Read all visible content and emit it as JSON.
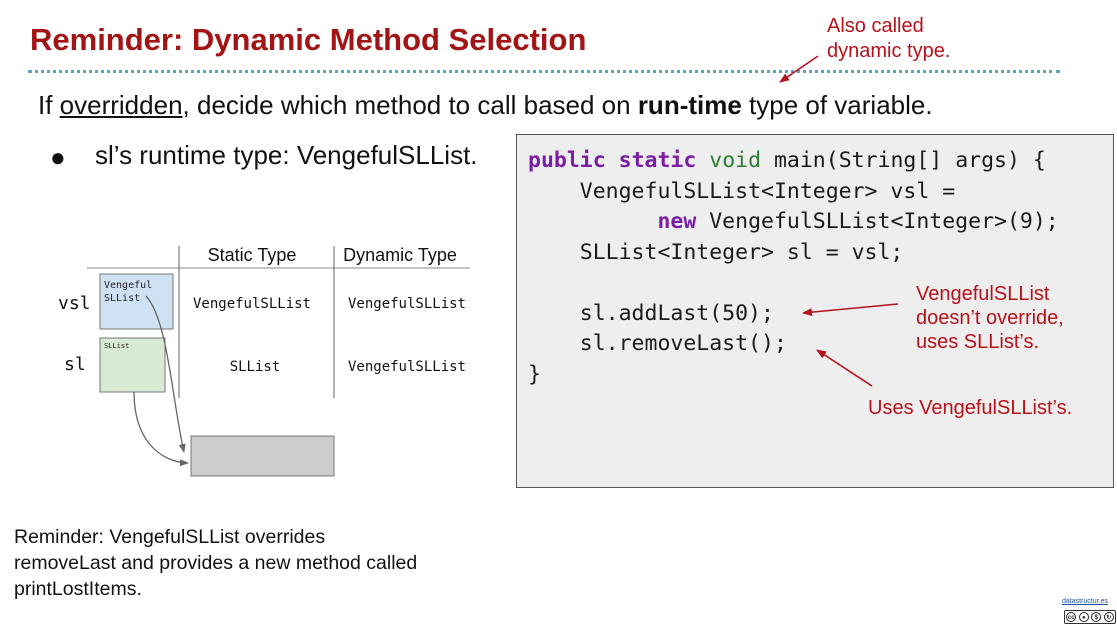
{
  "slide": {
    "title": "Reminder: Dynamic Method Selection",
    "annotation_dynamic": [
      "Also called",
      "dynamic type."
    ],
    "main_line": {
      "prefix": "If ",
      "underlined": "overridden",
      "middle": ", decide which method to call based on ",
      "bold": "run-time",
      "suffix": " type of variable."
    },
    "bullet": "sl’s runtime type: VengefulSLList.",
    "table": {
      "headers": [
        "Static Type",
        "Dynamic Type"
      ],
      "rows": [
        {
          "var": "vsl",
          "static": "VengefulSLList",
          "dynamic": "VengefulSLList",
          "box_label": [
            "Vengeful",
            "SLList"
          ]
        },
        {
          "var": "sl",
          "static": "SLList",
          "dynamic": "VengefulSLList",
          "box_label": [
            "SLList"
          ]
        }
      ]
    },
    "code": {
      "l1": {
        "kw1": "public",
        "kw2": "static",
        "ty": "void",
        "rest": " main(String[] args) {"
      },
      "l2": "    VengefulSLList<Integer> vsl =",
      "l3": {
        "indent": "          ",
        "kw": "new",
        "rest": " VengefulSLList<Integer>(9);"
      },
      "l4": "    SLList<Integer> sl = vsl;",
      "l6": "    sl.addLast(50);",
      "l7": "    sl.removeLast();",
      "l8": "}"
    },
    "annotation_override": [
      "VengefulSLList",
      "doesn’t override,",
      "uses SLList’s."
    ],
    "annotation_uses": "Uses VengefulSLList’s.",
    "bottom_note": [
      "Reminder: VengefulSLList overrides",
      "removeLast and provides a new method called",
      "printLostItems."
    ],
    "footer": "datastructur.es",
    "colors": {
      "title": "#a31414",
      "annotation": "#b5121b",
      "keyword": "#7a1fa2",
      "type_keyword": "#2e7d32",
      "vsl_box": "#cfe2f3",
      "sl_box": "#d9ead3",
      "object_box": "#cccccc"
    }
  }
}
